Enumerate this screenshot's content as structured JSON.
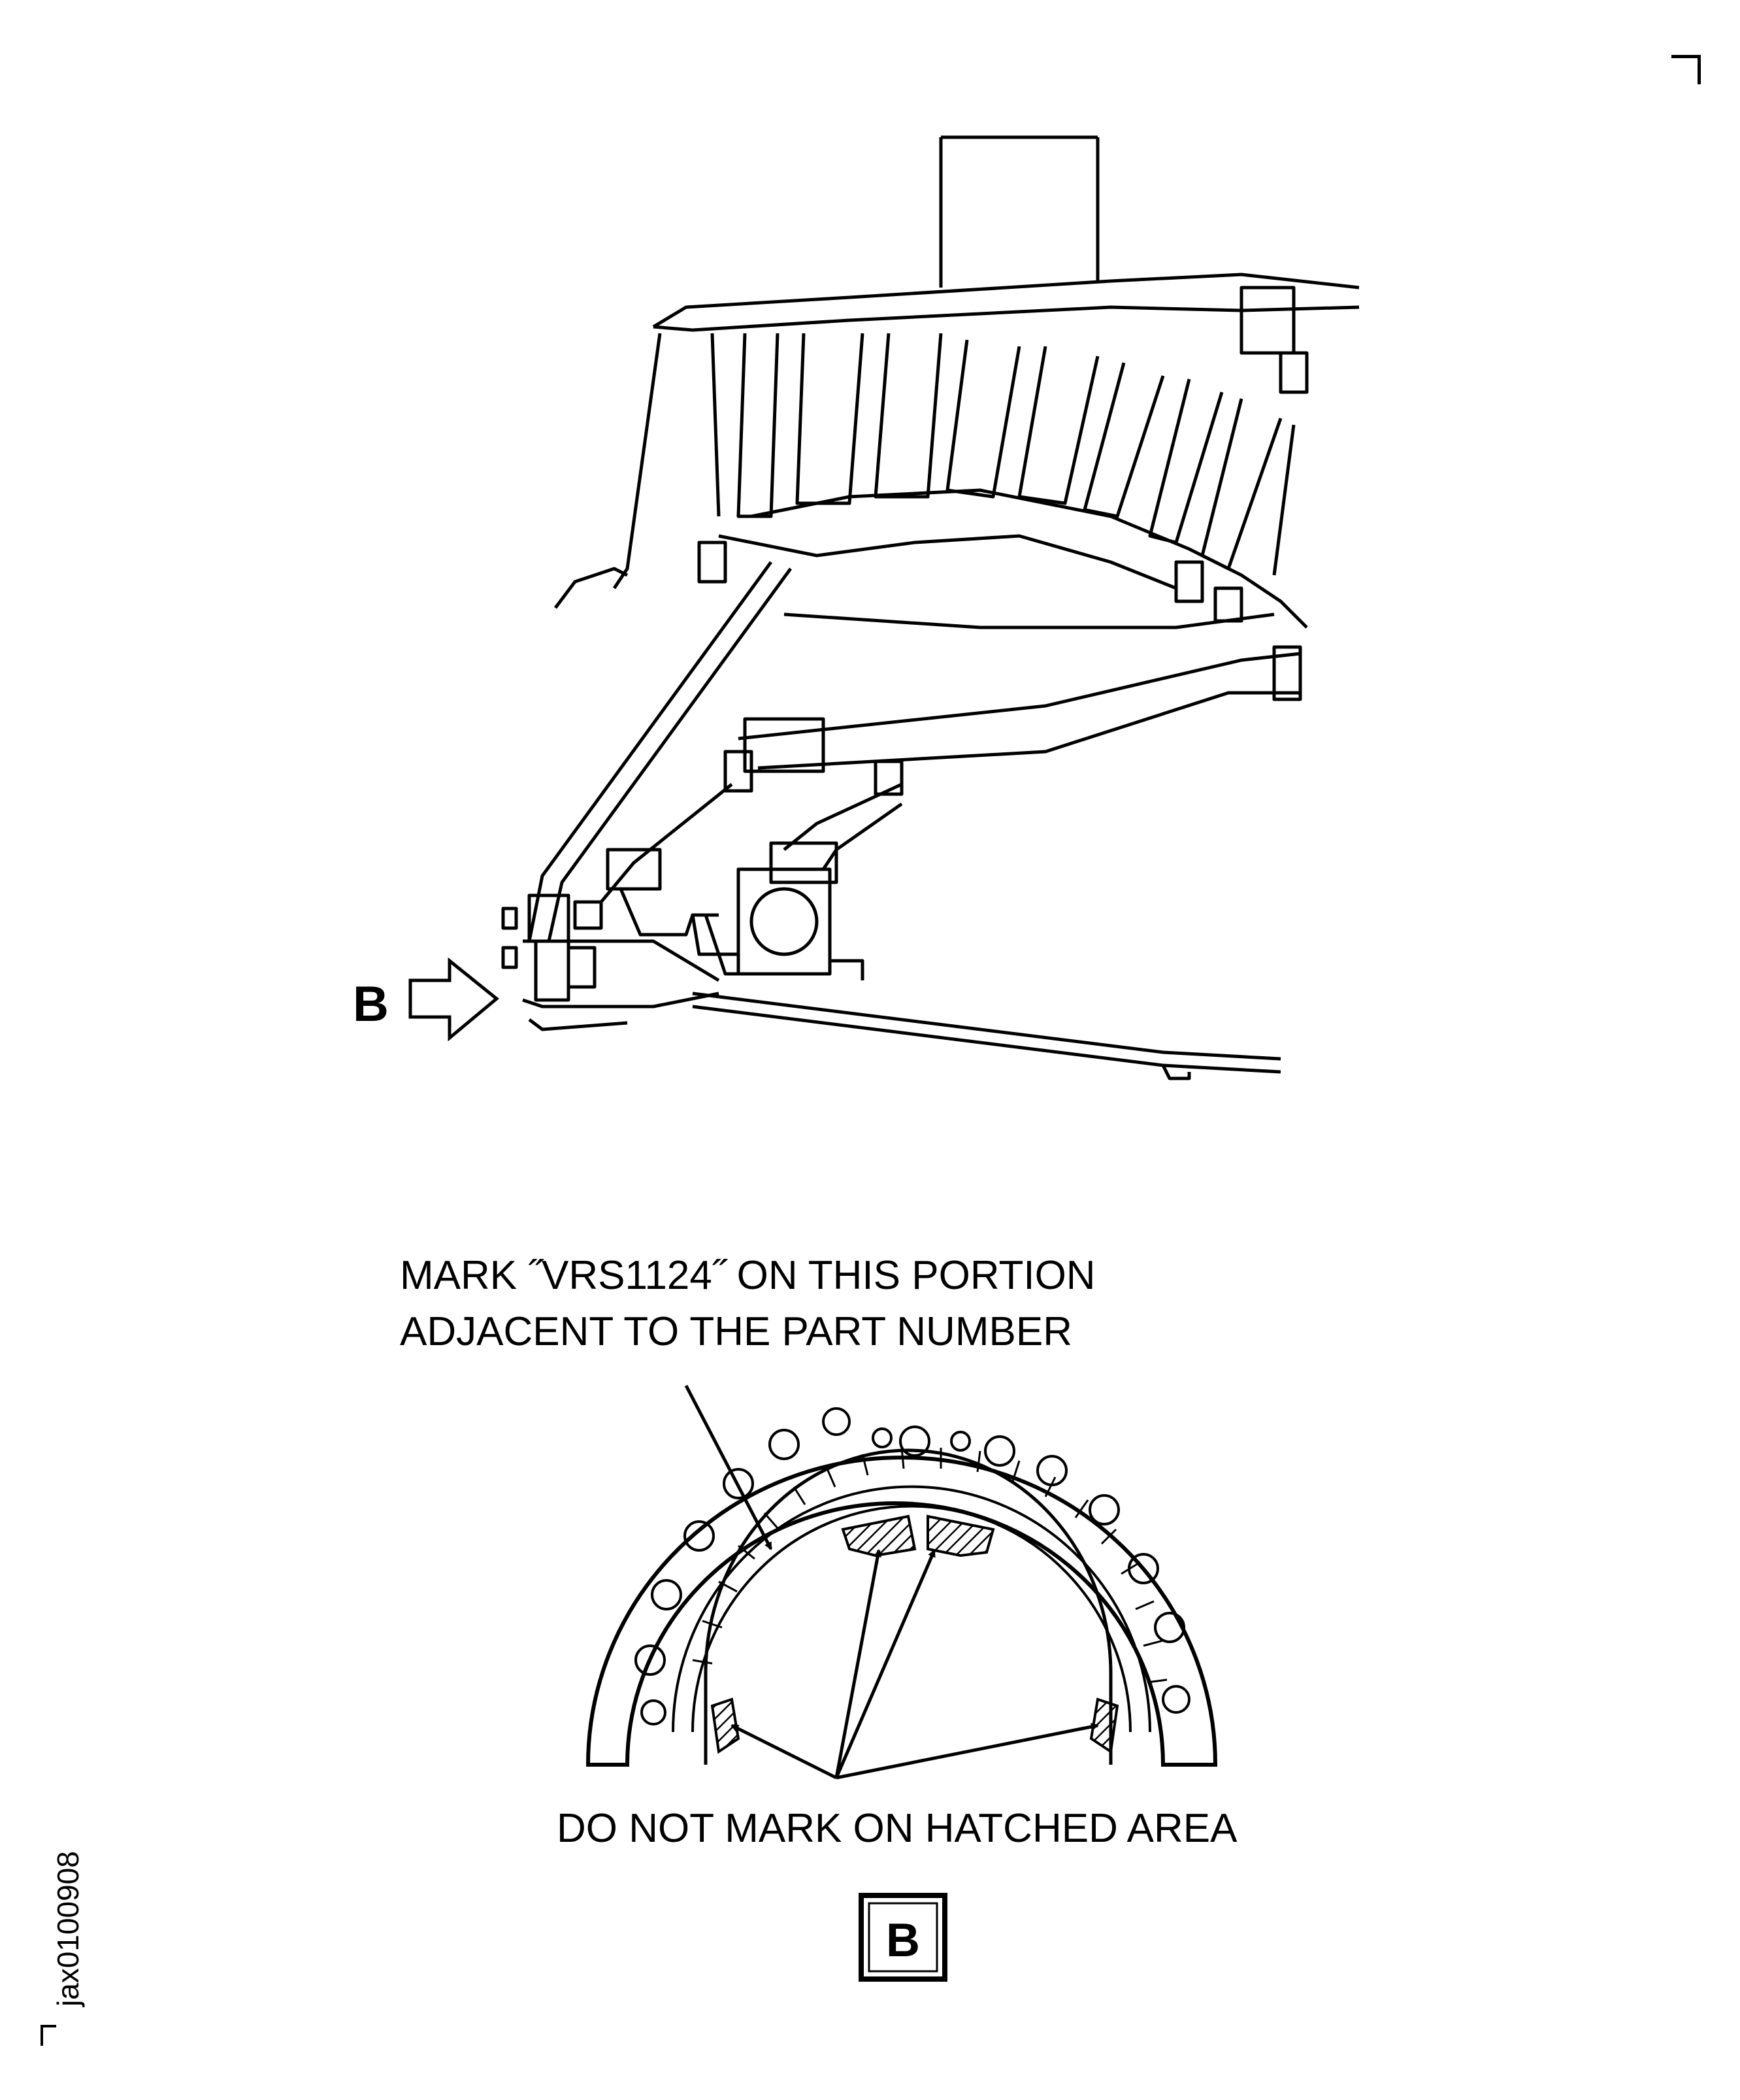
{
  "view_label": "B",
  "callout_mark_line1": "MARK ˝VRS1124˝ ON THIS PORTION",
  "callout_mark_line2": "ADJACENT TO THE PART NUMBER",
  "callout_hatched": "DO NOT MARK ON HATCHED AREA",
  "detail_box_label": "B",
  "figure_id": "jax0100908"
}
